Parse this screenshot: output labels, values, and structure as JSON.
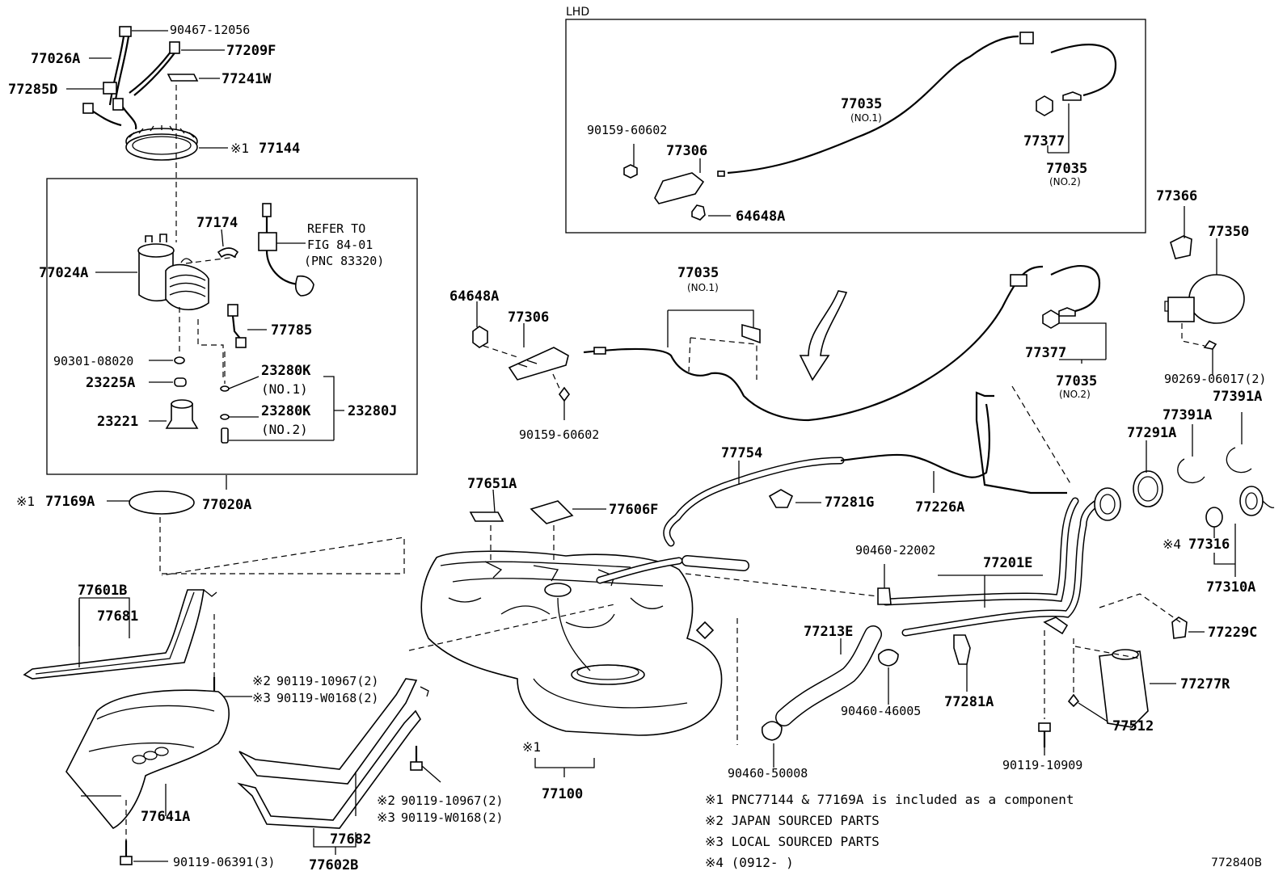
{
  "labels": {
    "lhd": "LHD",
    "p90467_12056": "90467-12056",
    "p77026A": "77026A",
    "p77209F": "77209F",
    "p77285D": "77285D",
    "p77241W": "77241W",
    "mark1_77144": "※1",
    "p77144": "77144",
    "p77174": "77174",
    "refer1": "REFER TO",
    "refer2": "FIG 84-01",
    "refer3": "(PNC 83320)",
    "p77024A": "77024A",
    "p77785": "77785",
    "p90301_08020": "90301-08020",
    "p23225A": "23225A",
    "p23280K_a": "23280K",
    "no1_a": "(NO.1)",
    "p23280K_b": "23280K",
    "no2_a": "(NO.2)",
    "p23280J": "23280J",
    "p23221": "23221",
    "mark1_77169A": "※1",
    "p77169A": "77169A",
    "p77020A": "77020A",
    "p77601B": "77601B",
    "p77681": "77681",
    "mark2_a": "※2",
    "p90119_10967_a": "90119-10967(2)",
    "mark3_a": "※3",
    "p90119_W0168_a": "90119-W0168(2)",
    "p77641A": "77641A",
    "p90119_06391": "90119-06391(3)",
    "p77682": "77682",
    "p77602B": "77602B",
    "mark2_b": "※2",
    "p90119_10967_b": "90119-10967(2)",
    "mark3_b": "※3",
    "p90119_W0168_b": "90119-W0168(2)",
    "mark1_77100": "※1",
    "p77100": "77100",
    "p77651A": "77651A",
    "p77606F": "77606F",
    "p64648A_a": "64648A",
    "p77306_a": "77306",
    "p90159_60602_a": "90159-60602",
    "p77035_a": "77035",
    "no1_b": "(NO.1)",
    "p77754": "77754",
    "p77281G": "77281G",
    "p77226A": "77226A",
    "p90460_22002": "90460-22002",
    "p77201E": "77201E",
    "p77213E": "77213E",
    "p90460_46005": "90460-46005",
    "p77281A": "77281A",
    "p90460_50008": "90460-50008",
    "p90119_10909": "90119-10909",
    "p77512": "77512",
    "p77277R": "77277R",
    "p77229C": "77229C",
    "p77310A": "77310A",
    "mark4": "※4",
    "p77316": "77316",
    "p77291A": "77291A",
    "p77391A_a": "77391A",
    "p77391A_b": "77391A",
    "p90269_06017": "90269-06017(2)",
    "p77366": "77366",
    "p77350": "77350",
    "p77377_a": "77377",
    "p77035_b": "77035",
    "no2_b": "(NO.2)",
    "p90159_60602_b": "90159-60602",
    "p77306_b": "77306",
    "p64648A_b": "64648A",
    "p77035_c": "77035",
    "no1_c": "(NO.1)",
    "p77377_b": "77377",
    "p77035_d": "77035",
    "no2_c": "(NO.2)"
  },
  "notes": {
    "n1": "※1 PNC77144 & 77169A is included as a component",
    "n2": "※2 JAPAN SOURCED PARTS",
    "n3": "※3 LOCAL SOURCED PARTS",
    "n4": "※4 (0912-      )"
  },
  "figure_id": "772840B"
}
